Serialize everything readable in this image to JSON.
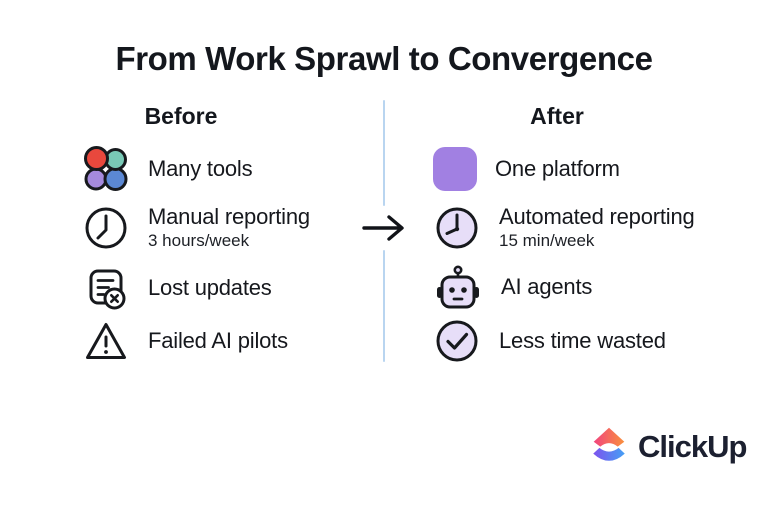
{
  "title": "From Work Sprawl to Convergence",
  "arrow_glyph": "→",
  "before": {
    "header": "Before",
    "items": [
      {
        "icon": "many-tools-icon",
        "label": "Many tools"
      },
      {
        "icon": "clock-icon",
        "label": "Manual reporting",
        "sublabel": "3 hours/week"
      },
      {
        "icon": "lost-updates-icon",
        "label": "Lost updates"
      },
      {
        "icon": "warning-icon",
        "label": "Failed AI pilots"
      }
    ]
  },
  "after": {
    "header": "After",
    "items": [
      {
        "icon": "platform-square-icon",
        "label": "One platform"
      },
      {
        "icon": "clock-filled-icon",
        "label": "Automated reporting",
        "sublabel": "15 min/week"
      },
      {
        "icon": "robot-icon",
        "label": "AI agents"
      },
      {
        "icon": "check-circle-icon",
        "label": "Less time wasted"
      }
    ]
  },
  "brand": {
    "name": "ClickUp"
  },
  "colors": {
    "text": "#16181d",
    "divider_blue": "#b9d5f0",
    "accent_purple": "#a180e2",
    "lavender_fill": "#e7def8",
    "tool_red": "#e8483d",
    "tool_teal": "#79c9b6",
    "tool_purple": "#a58add",
    "tool_blue": "#5b88d4",
    "logo_gradient_top": [
      "#f1447e",
      "#f9903d"
    ],
    "logo_gradient_bottom": [
      "#7d53ee",
      "#45a0f5"
    ]
  }
}
